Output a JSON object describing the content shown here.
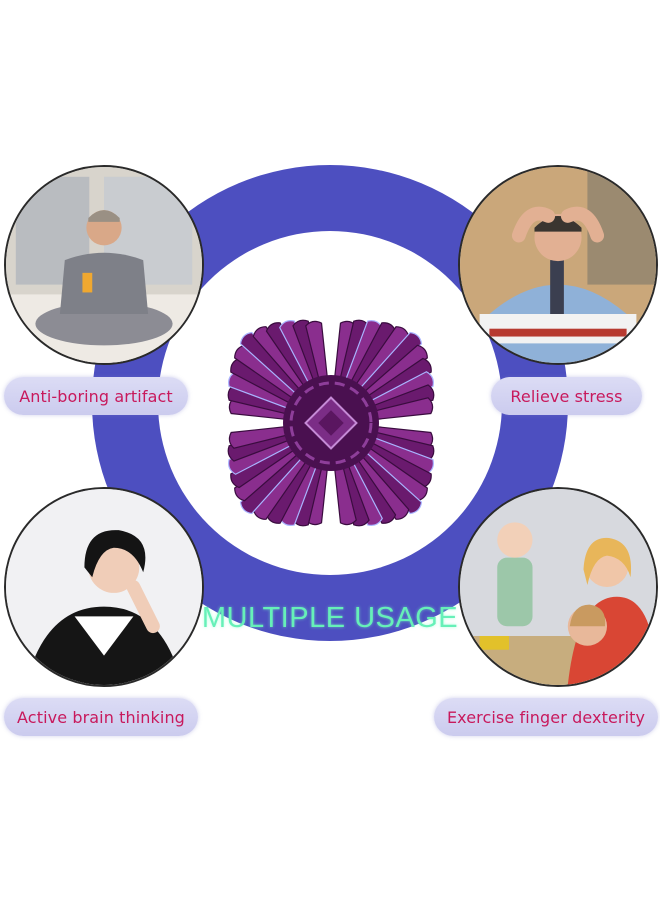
{
  "headline": "MULTIPLE USAGE",
  "labels": {
    "top_left": "Anti-boring artifact",
    "top_right": "Relieve stress",
    "bottom_left": "Active brain thinking",
    "bottom_right": "Exercise finger dexterity"
  },
  "colors": {
    "ring": "#4d4fc0",
    "label_text": "#c8195c",
    "label_bg": "#d4d4f2",
    "headline": "#66f0b8",
    "toy_purple": "#6a1a6e",
    "toy_highlight": "#a9b4ff"
  }
}
